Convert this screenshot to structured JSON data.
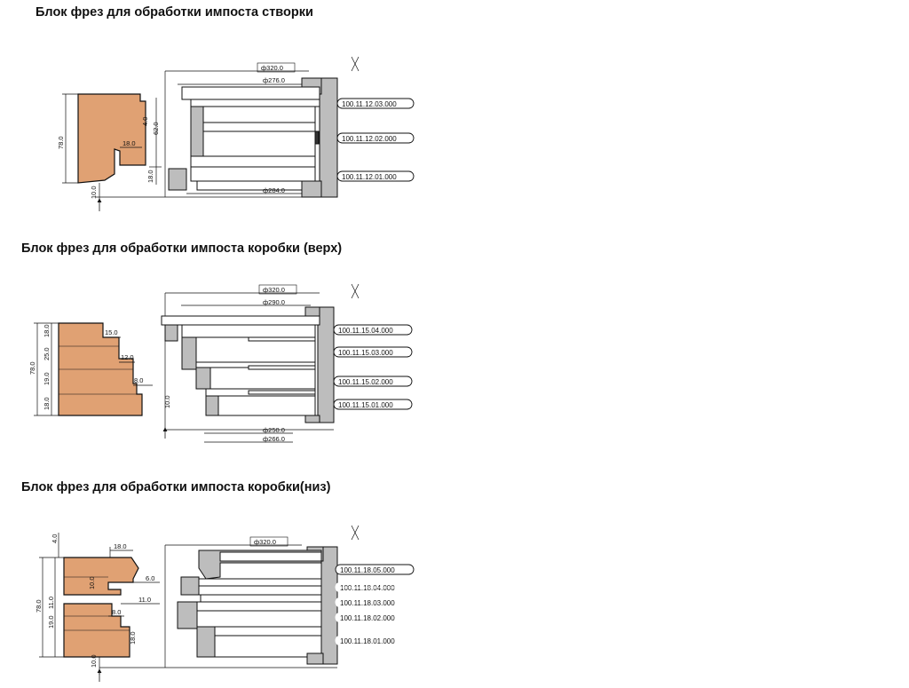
{
  "sections": [
    {
      "title": "Блок фрез для обработки импоста створки",
      "dims": [
        "ф320.0",
        "ф276.0",
        "ф284.0",
        "78.0",
        "4.0",
        "62.0",
        "18.0",
        "18.0",
        "10.0"
      ],
      "parts": [
        "100.11.12.03.000",
        "100.11.12.02.000",
        "100.11.12.01.000"
      ]
    },
    {
      "title": "Блок фрез для обработки импоста коробки (верх)",
      "dims": [
        "ф320.0",
        "ф290.0",
        "ф250.0",
        "ф266.0",
        "78.0",
        "18.0",
        "25.0",
        "19.0",
        "18.0",
        "15.0",
        "12.0",
        "8.0",
        "10.0"
      ],
      "parts": [
        "100.11.15.04.000",
        "100.11.15.03.000",
        "100.11.15.02.000",
        "100.11.15.01.000"
      ]
    },
    {
      "title": "Блок фрез для обработки импоста коробки(низ)",
      "dims": [
        "ф320.0",
        "4.0",
        "18.0",
        "78.0",
        "11.0",
        "19.0",
        "10.0",
        "6.0",
        "11.0",
        "8.0",
        "18.0",
        "10.0"
      ],
      "parts": [
        "100.11.18.05.000",
        "100.11.18.04.000",
        "100.11.18.03.000",
        "100.11.18.02.000",
        "100.11.18.01.000"
      ]
    }
  ],
  "colors": {
    "profile": "#e0a173",
    "metal": "#bdbdbd",
    "line": "#111111",
    "background": "#ffffff"
  }
}
